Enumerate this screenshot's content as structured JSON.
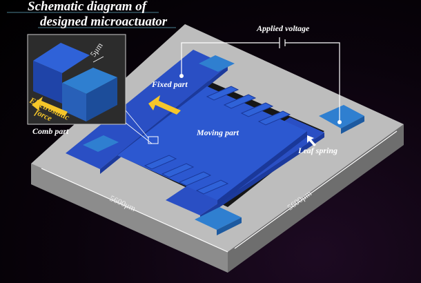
{
  "title": {
    "line1": "Schematic diagram of",
    "line2": "designed microactuator"
  },
  "inset": {
    "gap_label": "5μm",
    "force_label_1": "Electrostatic",
    "force_label_2": "force",
    "caption": "Comb part"
  },
  "labels": {
    "applied_voltage": "Applied voltage",
    "fixed_part": "Fixed part",
    "moving_part": "Moving part",
    "leaf_spring": "Leaf spring",
    "dim_left": "5600μm",
    "dim_right": "5600μm"
  },
  "colors": {
    "blue": "#2a55c8",
    "light_blue": "#2f7fd0",
    "substrate": "#b9b9b9",
    "arrow": "#f5c62a"
  }
}
